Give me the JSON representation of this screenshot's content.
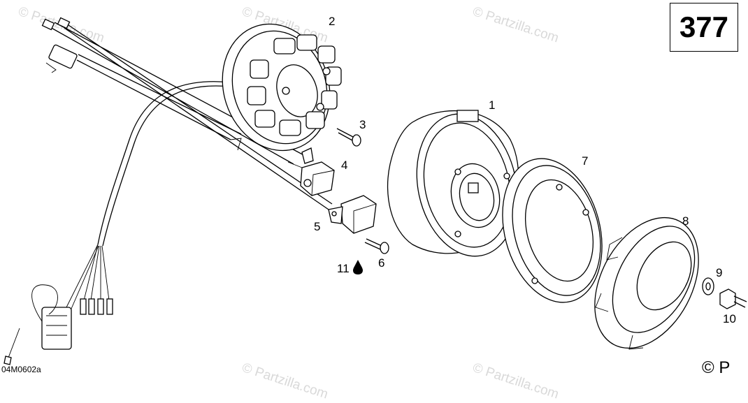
{
  "page_number": "377",
  "drawing_code": "04M0602a",
  "copyright": "© P",
  "watermark": "© Partzilla.com",
  "callouts": {
    "p1": "1",
    "p2": "2",
    "p3": "3",
    "p4": "4",
    "p5": "5",
    "p6": "6",
    "p7": "7",
    "p8": "8",
    "p9": "9",
    "p10": "10",
    "p11": "11"
  },
  "icons": {
    "adhesive": "drop-icon"
  }
}
